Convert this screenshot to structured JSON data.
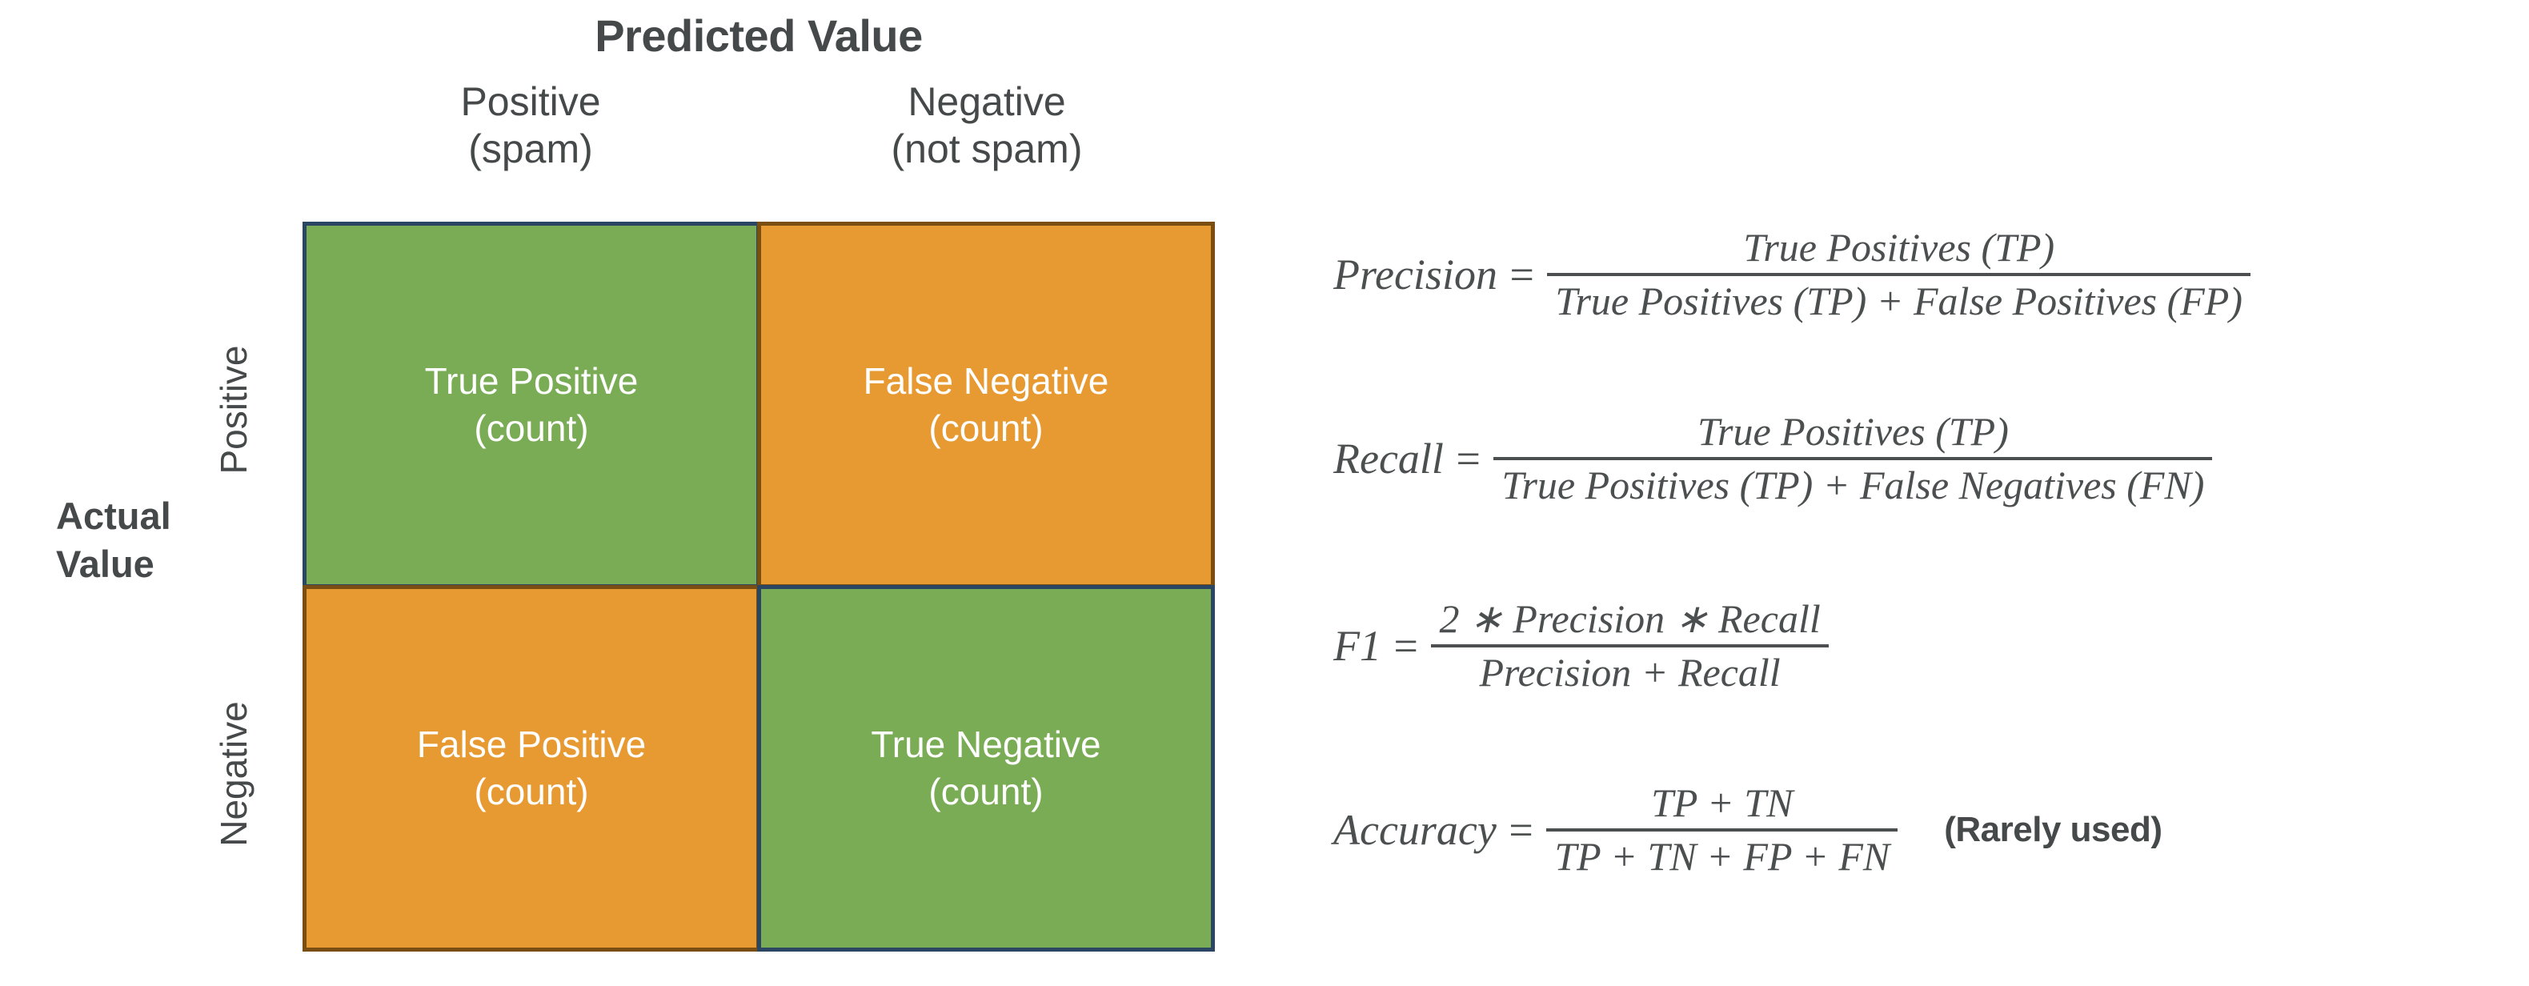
{
  "matrix": {
    "predicted_value_title": "Predicted Value",
    "actual_value_title_line1": "Actual",
    "actual_value_title_line2": "Value",
    "column_headers": [
      {
        "label": "Positive",
        "sub": "(spam)"
      },
      {
        "label": "Negative",
        "sub": "(not spam)"
      }
    ],
    "row_headers": [
      {
        "label": "Positive"
      },
      {
        "label": "Negative"
      }
    ],
    "cells": [
      {
        "id": "true-positive",
        "label": "True Positive",
        "sub": "(count)",
        "fill": "#79AC55",
        "border": "#2A4663"
      },
      {
        "id": "false-negative",
        "label": "False Negative",
        "sub": "(count)",
        "fill": "#E89A32",
        "border": "#7A4D12"
      },
      {
        "id": "false-positive",
        "label": "False Positive",
        "sub": "(count)",
        "fill": "#E89A32",
        "border": "#7A4D12"
      },
      {
        "id": "true-negative",
        "label": "True Negative",
        "sub": "(count)",
        "fill": "#79AC55",
        "border": "#2A4663"
      }
    ]
  },
  "formulas": [
    {
      "id": "precision",
      "lhs": "Precision",
      "eq": "=",
      "numerator": "True Positives (TP)",
      "denominator": "True Positives (TP) + False Positives (FP)",
      "note": ""
    },
    {
      "id": "recall",
      "lhs": "Recall",
      "eq": "=",
      "numerator": "True Positives (TP)",
      "denominator": "True Positives (TP) + False Negatives (FN)",
      "note": ""
    },
    {
      "id": "f1",
      "lhs": "F1",
      "eq": "=",
      "numerator": "2 ∗ Precision ∗ Recall",
      "denominator": "Precision + Recall",
      "note": ""
    },
    {
      "id": "accuracy",
      "lhs": "Accuracy",
      "eq": "=",
      "numerator": "TP + TN",
      "denominator": "TP + TN + FP + FN",
      "note": "(Rarely used)"
    }
  ],
  "colors": {
    "green": "#79AC55",
    "green_border": "#2A4663",
    "orange": "#E89A32",
    "orange_border": "#7A4D12",
    "text_dark": "#46494A",
    "cell_text": "#FFFFFF",
    "background": "#FFFFFF"
  }
}
